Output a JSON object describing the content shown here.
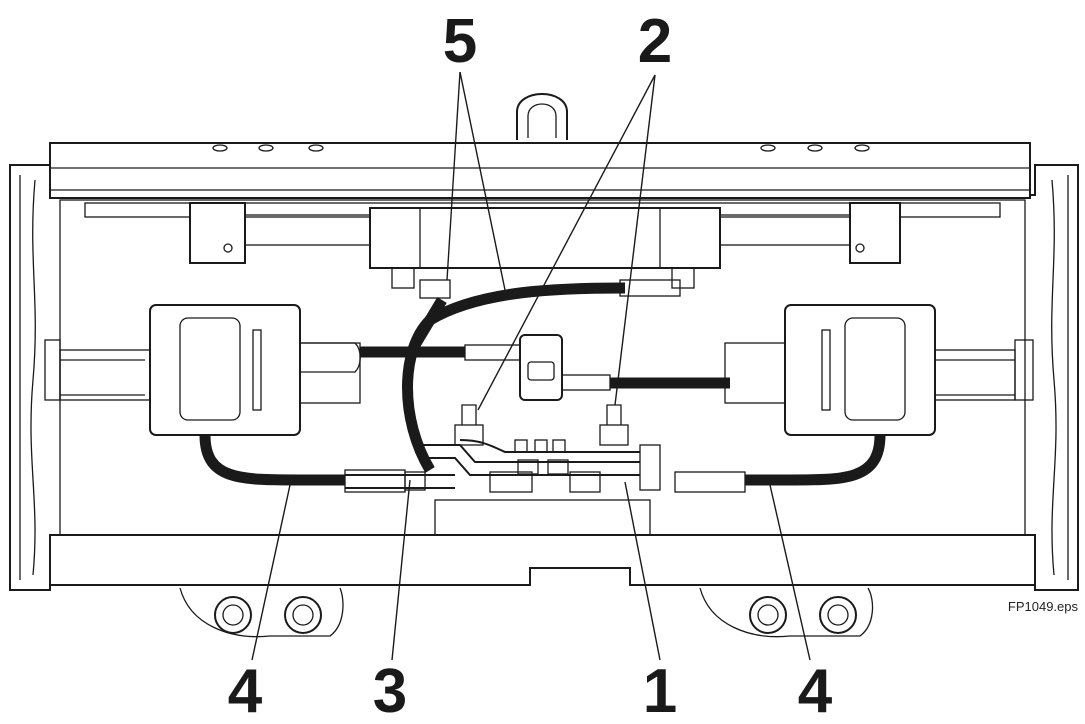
{
  "file_label": "FP1049.eps",
  "callouts": {
    "c1": "1",
    "c2": "2",
    "c3": "3",
    "c4_left": "4",
    "c4_right": "4",
    "c5": "5"
  },
  "colors": {
    "line": "#1a1a1a",
    "background": "#ffffff"
  }
}
